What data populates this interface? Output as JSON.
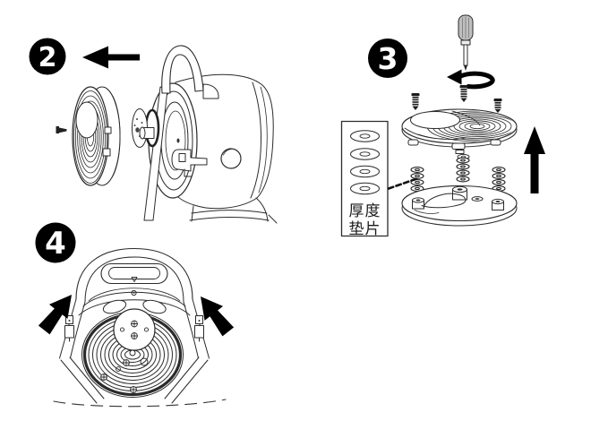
{
  "figure": {
    "background_color": "#ffffff",
    "line_color": "#2b2b2b",
    "accent_color": "#000000",
    "badge_text_color": "#ffffff",
    "screwdriver_handle_color": "#bfbfbf"
  },
  "steps": {
    "step2": {
      "badge": "2",
      "icons": [
        "move-left-arrow",
        "screw"
      ]
    },
    "step3": {
      "badge": "3",
      "icons": [
        "screwdriver",
        "rotate-counterclockwise-arrow",
        "screw",
        "lift-up-arrow"
      ],
      "spacer_box": {
        "label_line1": "厚度",
        "label_line2": "垫片",
        "washer_count": "4"
      }
    },
    "step4": {
      "badge": "4",
      "icons": [
        "press-up-right-arrow",
        "press-up-left-arrow"
      ]
    }
  }
}
